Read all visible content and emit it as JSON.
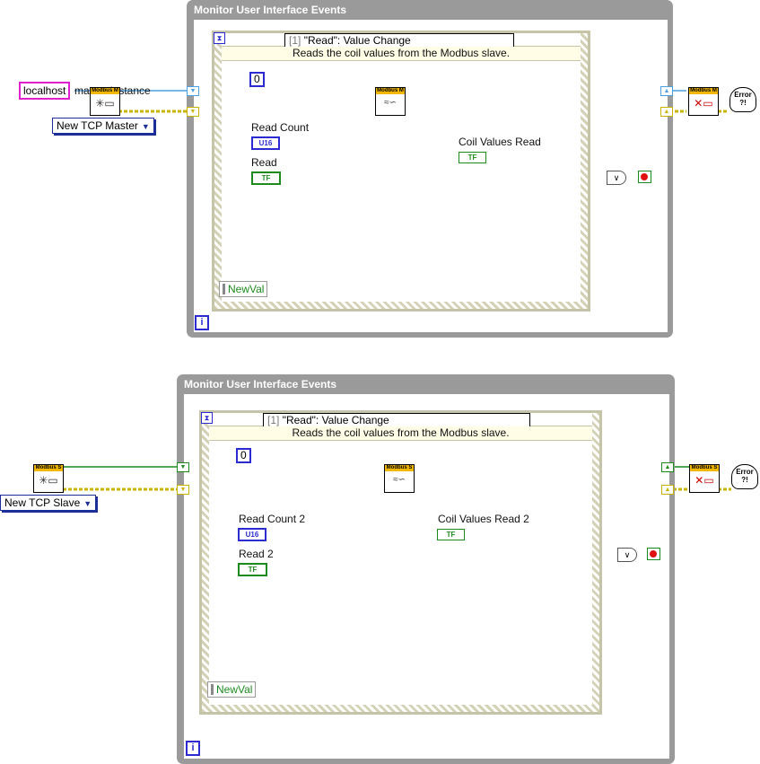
{
  "diagram1": {
    "loop_title": "Monitor User Interface Events",
    "event_case": {
      "number": "[1]",
      "name": "\"Read\": Value Change"
    },
    "event_description": "Reads the coil values from the Modbus slave.",
    "host": "localhost",
    "instance_label": "master instance",
    "mode": "New TCP Master",
    "const_zero": "0",
    "read_count_label": "Read Count",
    "read_count_type": "U16",
    "read_label": "Read",
    "coil_values_label": "Coil Values Read",
    "tf": "TF",
    "newval": "NewVal",
    "modbus_header": "Modbus M",
    "error_text": "Error"
  },
  "diagram2": {
    "loop_title": "Monitor User Interface Events",
    "event_case": {
      "number": "[1]",
      "name": "\"Read\": Value Change"
    },
    "event_description": "Reads the coil values from the Modbus slave.",
    "mode": "New TCP Slave",
    "const_zero": "0",
    "read_count_label": "Read Count 2",
    "read_count_type": "U16",
    "read_label": "Read 2",
    "coil_values_label": "Coil Values Read 2",
    "tf": "TF",
    "newval": "NewVal",
    "modbus_header": "Modbus S",
    "error_text": "Error"
  },
  "colors": {
    "loop_frame": "#9a9a9a",
    "wire_error": "#c8b400",
    "wire_modbus_master": "#4aa0e0",
    "wire_modbus_slave": "#1c8a1c",
    "wire_numeric": "#2b2bd1",
    "wire_boolean": "#1c8a1c",
    "event_desc_bg": "#fffde6"
  }
}
